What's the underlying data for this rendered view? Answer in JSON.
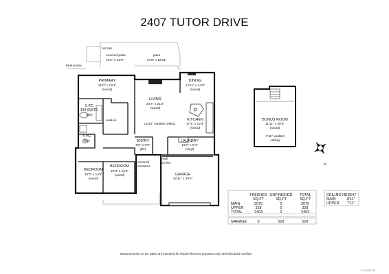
{
  "title": "2407 TUTOR DRIVE",
  "rooms": {
    "hot_tub": "hot tub",
    "covered_patio": {
      "name": "covered patio",
      "dim": "14'2\" x 12'0\""
    },
    "patio": {
      "name": "patio",
      "dim": "17'9\" x 16'11\""
    },
    "heat_pump": "heat pump",
    "primary": {
      "name": "PRIMARY",
      "dim": "21'0\" x 15'1\"",
      "floor": "(wood)"
    },
    "dining": {
      "name": "DINING",
      "dim": "12'11\" x 14'0\"",
      "floor": "(wood)"
    },
    "living": {
      "name": "LIVING",
      "dim": "20'4\" x 21'2\"",
      "floor": "(wood)"
    },
    "ensuite": {
      "name1": "5 PC",
      "name2": "EN-SUITE",
      "floor": "(tile)"
    },
    "walkin": "walk-in",
    "vaulted": "13'10\" vaulted ceiling",
    "kitchen": {
      "name": "KITCHEN",
      "dim": "17'4\" x 12'3\"",
      "floor": "(wood)"
    },
    "bath4": {
      "name": "4 PC",
      "floor": "(tile)"
    },
    "entry": {
      "name": "ENTRY",
      "dim": "8'0\" x 6'9\"",
      "floor": "(tile)"
    },
    "laundry": {
      "name": "LAUNDRY",
      "dim": "16'0\" x 6'4\"",
      "floor": "(vinyl)"
    },
    "crawl": {
      "line1": "crawl",
      "line2": "access"
    },
    "covered_entrance": {
      "line1": "covered",
      "line2": "entrance"
    },
    "bedroom1": {
      "name": "BEDROOM",
      "dim": "10'0\" x 14'6\"",
      "floor": "(wood)"
    },
    "bedroom2": {
      "name": "BEDROOM",
      "dim": "10'8\" x 12'8\"",
      "floor": "(wood)"
    },
    "garage": {
      "name": "GARAGE",
      "dim": "22'11\" x 20'3\""
    },
    "bonus": {
      "name": "BONUS ROOM",
      "dim": "11'11\" x 20'8\"",
      "floor": "(wood)"
    },
    "bonus_vault": {
      "line1": "7'11\" vaulted",
      "line2": "ceiling"
    }
  },
  "compass": {
    "label": "N"
  },
  "areas": {
    "headers": [
      "FINISHED",
      "UNFINISHED",
      "TOTAL"
    ],
    "subheaders": [
      "SQ.FT",
      "SQ.FT",
      "SQ.FT"
    ],
    "rows": [
      {
        "label": "MAIN",
        "values": [
          "2075",
          "0",
          "2075"
        ]
      },
      {
        "label": "UPPER",
        "values": [
          "328",
          "0",
          "328"
        ]
      },
      {
        "label": "TOTAL",
        "values": [
          "2403",
          "0",
          "2403"
        ]
      }
    ],
    "garage_row": {
      "label": "GARAGE",
      "values": [
        "0",
        "503",
        "503"
      ]
    }
  },
  "ceiling": {
    "header": "CEILING HEIGHT",
    "rows": [
      {
        "label": "MAIN",
        "value": "8'11\""
      },
      {
        "label": "UPPER",
        "value": "7'11\""
      }
    ]
  },
  "footer": "Measurements on the plans are intended for visual reference purposes only and should be verified",
  "corner_mark": "MLS#951238"
}
